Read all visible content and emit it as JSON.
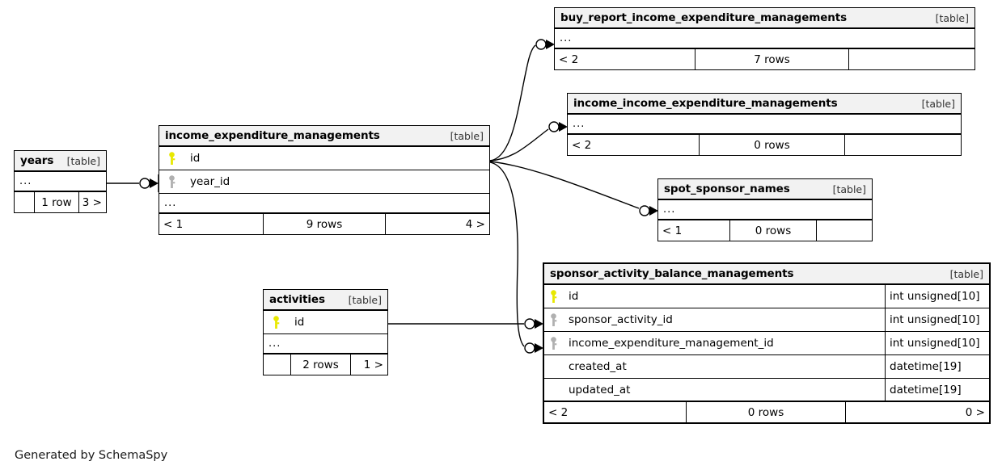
{
  "diagram": {
    "kind": "database-schema-erd",
    "caption": "Generated by SchemaSpy",
    "table_tag": "[table]",
    "ellipsis": "...",
    "colors": {
      "pk_key": "#e8e800",
      "fk_key": "#b0b0b0",
      "header_bg": "#f2f2f2",
      "border": "#000000",
      "background": "#ffffff"
    }
  },
  "tables": [
    {
      "id": "years",
      "name": "years",
      "tag": "[table]",
      "focused": false,
      "has_ellipsis_row": true,
      "columns": [],
      "footer": {
        "left": "",
        "center": "1 row",
        "right": "3 >"
      }
    },
    {
      "id": "income_expenditure_managements",
      "name": "income_expenditure_managements",
      "tag": "[table]",
      "focused": false,
      "has_ellipsis_row": true,
      "columns": [
        {
          "name": "id",
          "key": "primary",
          "type": ""
        },
        {
          "name": "year_id",
          "key": "foreign",
          "type": ""
        }
      ],
      "footer": {
        "left": "< 1",
        "center": "9 rows",
        "right": "4 >"
      }
    },
    {
      "id": "buy_report_income_expenditure_managements",
      "name": "buy_report_income_expenditure_managements",
      "tag": "[table]",
      "focused": false,
      "has_ellipsis_row": true,
      "columns": [],
      "footer": {
        "left": "< 2",
        "center": "7 rows",
        "right": ""
      }
    },
    {
      "id": "income_income_expenditure_managements",
      "name": "income_income_expenditure_managements",
      "tag": "[table]",
      "focused": false,
      "has_ellipsis_row": true,
      "columns": [],
      "footer": {
        "left": "< 2",
        "center": "0 rows",
        "right": ""
      }
    },
    {
      "id": "spot_sponsor_names",
      "name": "spot_sponsor_names",
      "tag": "[table]",
      "focused": false,
      "has_ellipsis_row": true,
      "columns": [],
      "footer": {
        "left": "< 1",
        "center": "0 rows",
        "right": ""
      }
    },
    {
      "id": "activities",
      "name": "activities",
      "tag": "[table]",
      "focused": false,
      "has_ellipsis_row": true,
      "columns": [
        {
          "name": "id",
          "key": "primary",
          "type": ""
        }
      ],
      "footer": {
        "left": "",
        "center": "2 rows",
        "right": "1 >"
      }
    },
    {
      "id": "sponsor_activity_balance_managements",
      "name": "sponsor_activity_balance_managements",
      "tag": "[table]",
      "focused": true,
      "has_ellipsis_row": false,
      "columns": [
        {
          "name": "id",
          "key": "primary",
          "type": "int unsigned[10]"
        },
        {
          "name": "sponsor_activity_id",
          "key": "foreign",
          "type": "int unsigned[10]"
        },
        {
          "name": "income_expenditure_management_id",
          "key": "foreign",
          "type": "int unsigned[10]"
        },
        {
          "name": "created_at",
          "key": "none",
          "type": "datetime[19]"
        },
        {
          "name": "updated_at",
          "key": "none",
          "type": "datetime[19]"
        }
      ],
      "footer": {
        "left": "< 2",
        "center": "0 rows",
        "right": "0 >"
      }
    }
  ],
  "relationships": [
    {
      "from": "years",
      "to": "income_expenditure_managements",
      "to_column": "year_id"
    },
    {
      "from": "income_expenditure_managements",
      "to": "buy_report_income_expenditure_managements",
      "to_column": ""
    },
    {
      "from": "income_expenditure_managements",
      "to": "income_income_expenditure_managements",
      "to_column": ""
    },
    {
      "from": "income_expenditure_managements",
      "to": "spot_sponsor_names",
      "to_column": ""
    },
    {
      "from": "income_expenditure_managements",
      "to": "sponsor_activity_balance_managements",
      "to_column": "income_expenditure_management_id"
    },
    {
      "from": "activities",
      "to": "sponsor_activity_balance_managements",
      "to_column": "sponsor_activity_id"
    }
  ]
}
